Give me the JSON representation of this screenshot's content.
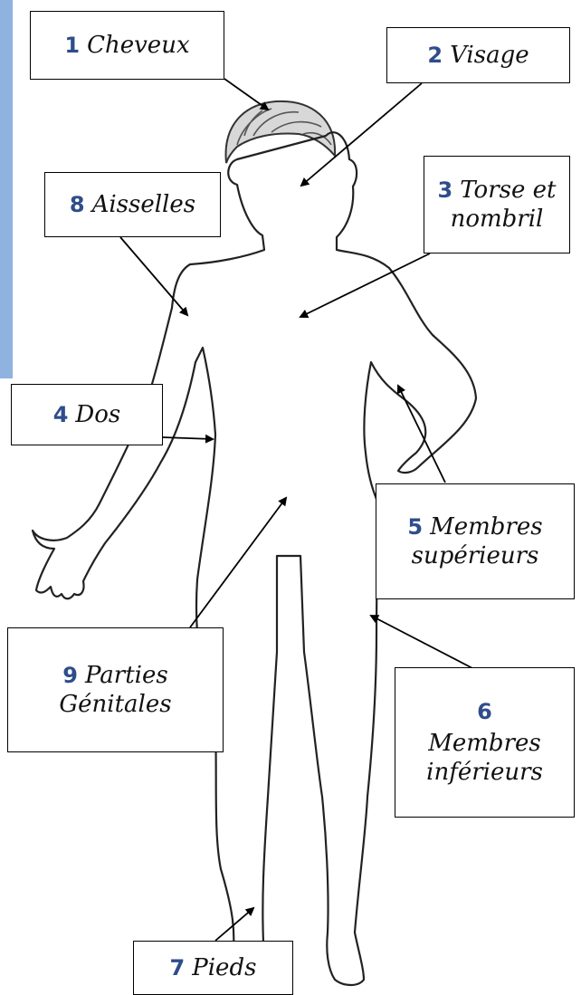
{
  "colors": {
    "number": "#2f4d8a",
    "side_strip": "#8fb3df",
    "outline": "#222222",
    "hair": "#555555"
  },
  "labels": [
    {
      "id": "cheveux",
      "number": "1",
      "lines": [
        "Cheveux"
      ]
    },
    {
      "id": "visage",
      "number": "2",
      "lines": [
        "Visage"
      ]
    },
    {
      "id": "torse",
      "number": "3",
      "lines": [
        "Torse et",
        "nombril"
      ]
    },
    {
      "id": "dos",
      "number": "4",
      "lines": [
        "Dos"
      ]
    },
    {
      "id": "membres-superieurs",
      "number": "5",
      "lines": [
        "Membres",
        "supérieurs"
      ]
    },
    {
      "id": "membres-inferieurs",
      "number": "6",
      "lines": [
        "Membres",
        "inférieurs"
      ]
    },
    {
      "id": "pieds",
      "number": "7",
      "lines": [
        "Pieds"
      ]
    },
    {
      "id": "aisselles",
      "number": "8",
      "lines": [
        "Aisselles"
      ]
    },
    {
      "id": "parties-genitales",
      "number": "9",
      "lines": [
        "Parties",
        "Génitales"
      ]
    }
  ]
}
